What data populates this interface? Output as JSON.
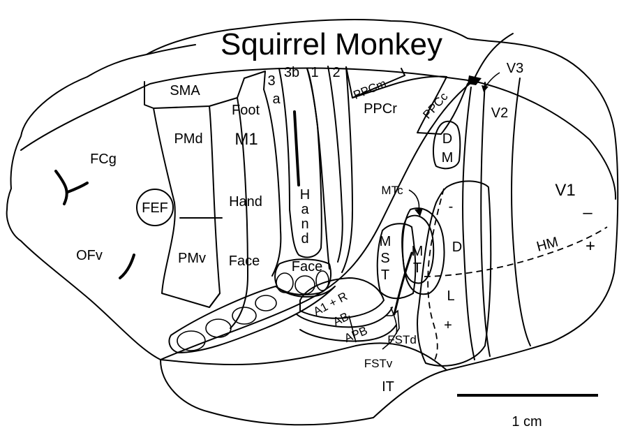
{
  "title": "Squirrel Monkey",
  "scale_label": "1 cm",
  "areas": {
    "sma": "SMA",
    "pmd": "PMd",
    "pmv": "PMv",
    "fef": "FEF",
    "fcg": "FCg",
    "ofv": "OFv",
    "m1": "M1",
    "foot": "Foot",
    "hand_m1": "Hand",
    "face_m1": "Face",
    "area_3a_num": "3",
    "area_3a_letter": "a",
    "area_3b": "3b",
    "area_1": "1",
    "area_2": "2",
    "ppcm": "PPCm",
    "ppcr": "PPCr",
    "ppcc": "PPCc",
    "v3": "V3",
    "v2": "V2",
    "v1": "V1",
    "dm_d": "D",
    "dm_m": "M",
    "mtc": "MTc",
    "mst_m": "M",
    "mst_s": "S",
    "mst_t": "T",
    "mt_m": "M",
    "mt_t": "T",
    "hand_3b": [
      "H",
      "a",
      "n",
      "d"
    ],
    "face_3b": "Face",
    "a1r": "A1 + R",
    "ab": "AB",
    "apb": "APB",
    "fstd": "FSTd",
    "fstv": "FSTv",
    "it": "IT",
    "hm": "HM",
    "v1_minus": "–",
    "v1_plus": "+",
    "dl_minus": "-",
    "dl_d": "D",
    "dl_l": "L",
    "dl_plus": "+"
  }
}
